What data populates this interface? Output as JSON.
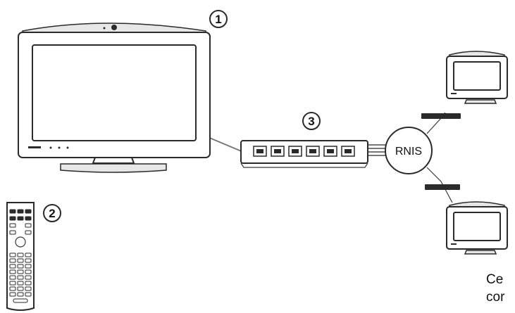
{
  "callouts": {
    "one": "1",
    "two": "2",
    "three": "3"
  },
  "network": {
    "label": "RNIS"
  },
  "caption": {
    "line1": "Ce",
    "line2": "cor"
  },
  "colors": {
    "line": "#2a2a2a",
    "wire": "#777777",
    "screen_fill": "#ffffff",
    "device_grey": "#e7e7e7"
  }
}
